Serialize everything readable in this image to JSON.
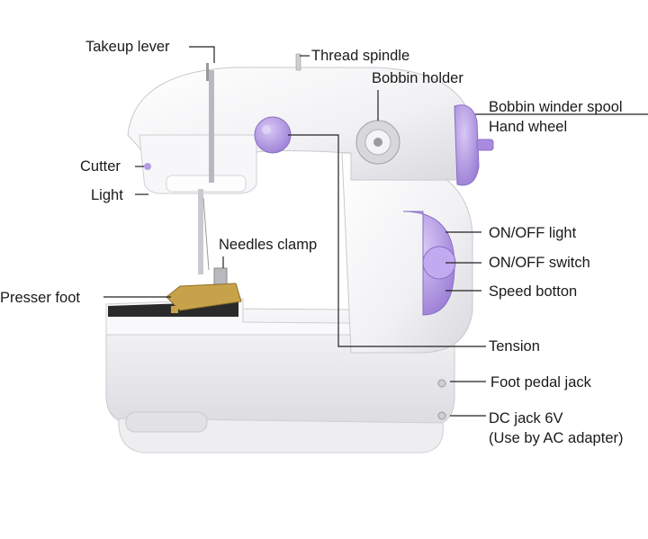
{
  "labels": {
    "takeup_lever": "Takeup lever",
    "thread_spindle": "Thread spindle",
    "bobbin_holder": "Bobbin holder",
    "bobbin_winder_spool": "Bobbin winder spool",
    "hand_wheel": "Hand wheel",
    "cutter": "Cutter",
    "light": "Light",
    "needles_clamp": "Needles clamp",
    "presser_foot": "Presser foot",
    "on_off_light": "ON/OFF light",
    "on_off_switch": "ON/OFF switch",
    "speed_button": "Speed botton",
    "tension": "Tension",
    "foot_pedal_jack": "Foot pedal jack",
    "dc_jack": "DC jack 6V",
    "dc_jack_note": "(Use by AC adapter)"
  },
  "colors": {
    "body": "#f4f4f6",
    "accent_purple": "#b79be6",
    "gold": "#c8a24a",
    "dark": "#2a2a2a"
  }
}
